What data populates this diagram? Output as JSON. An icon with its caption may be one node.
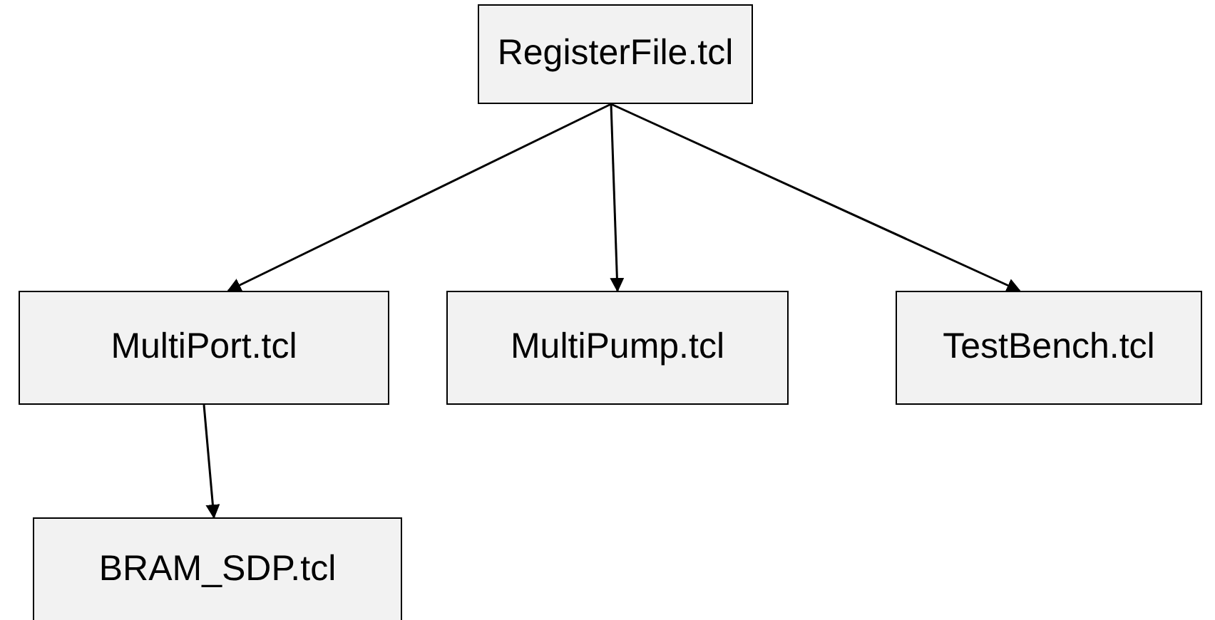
{
  "diagram": {
    "nodes": [
      {
        "text": [
          "RegisterFile.tcl"
        ]
      },
      {
        "text": [
          "MultiPort.tcl"
        ]
      },
      {
        "text": [
          "MultiPump.tcl"
        ]
      },
      {
        "text": [
          "TestBench.tcl"
        ]
      },
      {
        "text": [
          "BRAM_SDP.tcl"
        ]
      }
    ],
    "edges": [
      {
        "from": 0,
        "to": 1,
        "arrow": "to"
      },
      {
        "from": 0,
        "to": 2,
        "arrow": "to"
      },
      {
        "from": 0,
        "to": 3,
        "arrow": "to"
      },
      {
        "from": 1,
        "to": 4,
        "arrow": "to"
      }
    ]
  }
}
